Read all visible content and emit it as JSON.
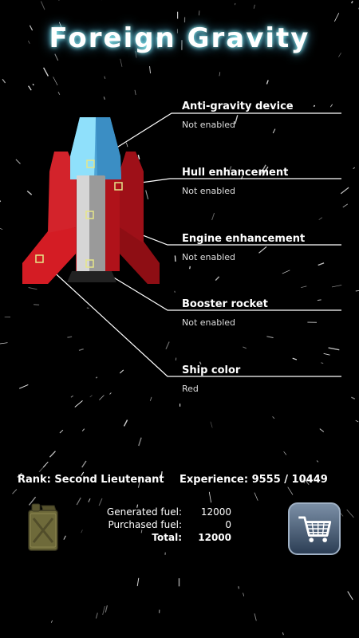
{
  "title": "Foreign Gravity",
  "upgrades": [
    {
      "name": "Anti-gravity device",
      "status": "Not enabled"
    },
    {
      "name": "Hull enhancement",
      "status": "Not enabled"
    },
    {
      "name": "Engine enhancement",
      "status": "Not enabled"
    },
    {
      "name": "Booster rocket",
      "status": "Not enabled"
    },
    {
      "name": "Ship color",
      "status": "Red"
    }
  ],
  "rank_text": "Rank: Second Lieutenant",
  "experience_text": "Experience: 9555 / 10449",
  "fuel": {
    "generated_label": "Generated fuel:",
    "generated_value": "12000",
    "purchased_label": "Purchased fuel:",
    "purchased_value": "0",
    "total_label": "Total:",
    "total_value": "12000"
  },
  "icons": {
    "fuel": "jerrycan-icon",
    "shop": "shopping-cart-icon"
  },
  "colors": {
    "ship_red": "#c4141c",
    "nose_blue": "#6fd0f5",
    "slot_marker": "#e6e68a",
    "title_glow": "#66ccff"
  }
}
